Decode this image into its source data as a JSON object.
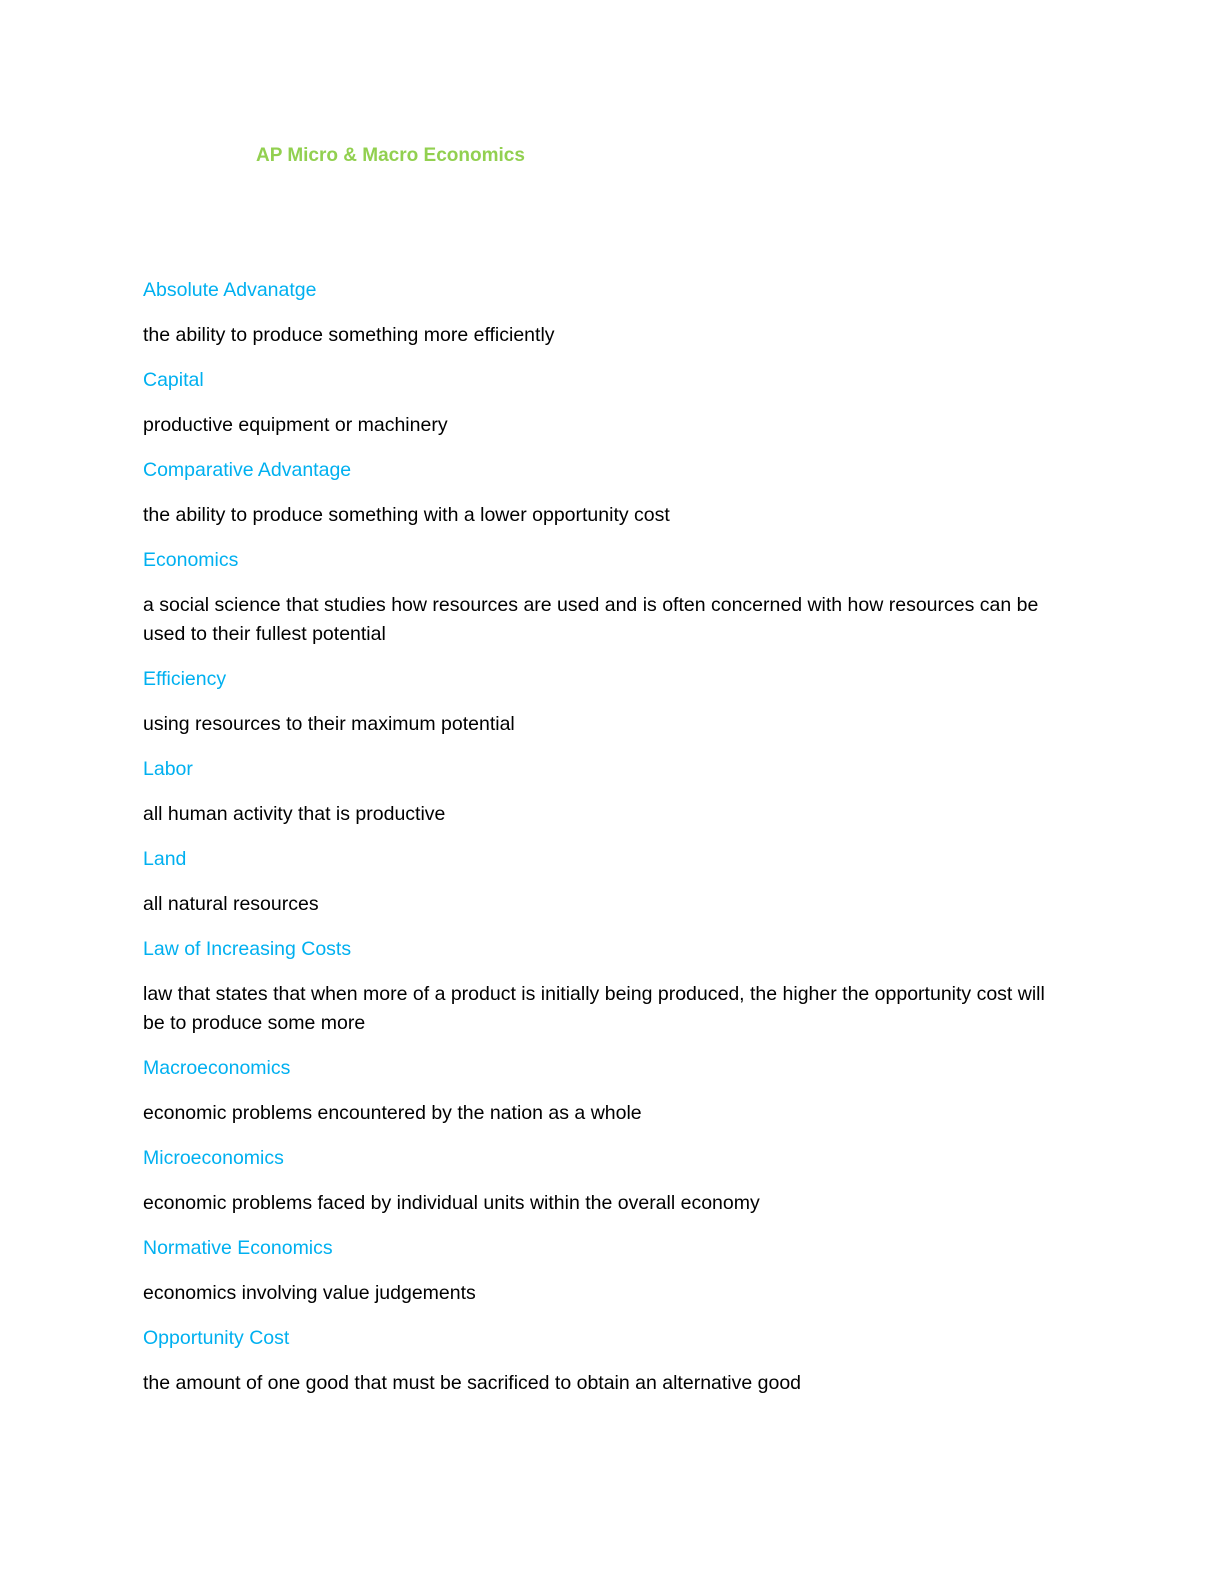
{
  "document": {
    "title": "AP Micro & Macro Economics",
    "colors": {
      "title": "#92d050",
      "term": "#00b0f0",
      "definition": "#000000"
    }
  },
  "glossary": [
    {
      "term": "Absolute Advanatge",
      "definition": "the ability to produce something more efficiently"
    },
    {
      "term": "Capital",
      "definition": "productive equipment or machinery"
    },
    {
      "term": "Comparative Advantage",
      "definition": "the ability to produce something with a lower opportunity cost"
    },
    {
      "term": "Economics",
      "definition": "a social science that studies how resources are used and is often concerned with how resources can be used to their fullest potential"
    },
    {
      "term": "Efficiency",
      "definition": "using resources to their maximum potential"
    },
    {
      "term": "Labor",
      "definition": "all human activity that is productive"
    },
    {
      "term": "Land",
      "definition": "all natural resources"
    },
    {
      "term": "Law of Increasing Costs",
      "definition": "law that states that when more of a product is initially being produced, the higher the opportunity cost will be to produce some more"
    },
    {
      "term": "Macroeconomics",
      "definition": "economic problems encountered by the nation as a whole"
    },
    {
      "term": "Microeconomics",
      "definition": "economic problems faced by individual units within the overall economy"
    },
    {
      "term": "Normative Economics",
      "definition": "economics involving value judgements"
    },
    {
      "term": "Opportunity Cost",
      "definition": "the amount of one good that must be sacrificed to obtain an alternative good"
    }
  ]
}
